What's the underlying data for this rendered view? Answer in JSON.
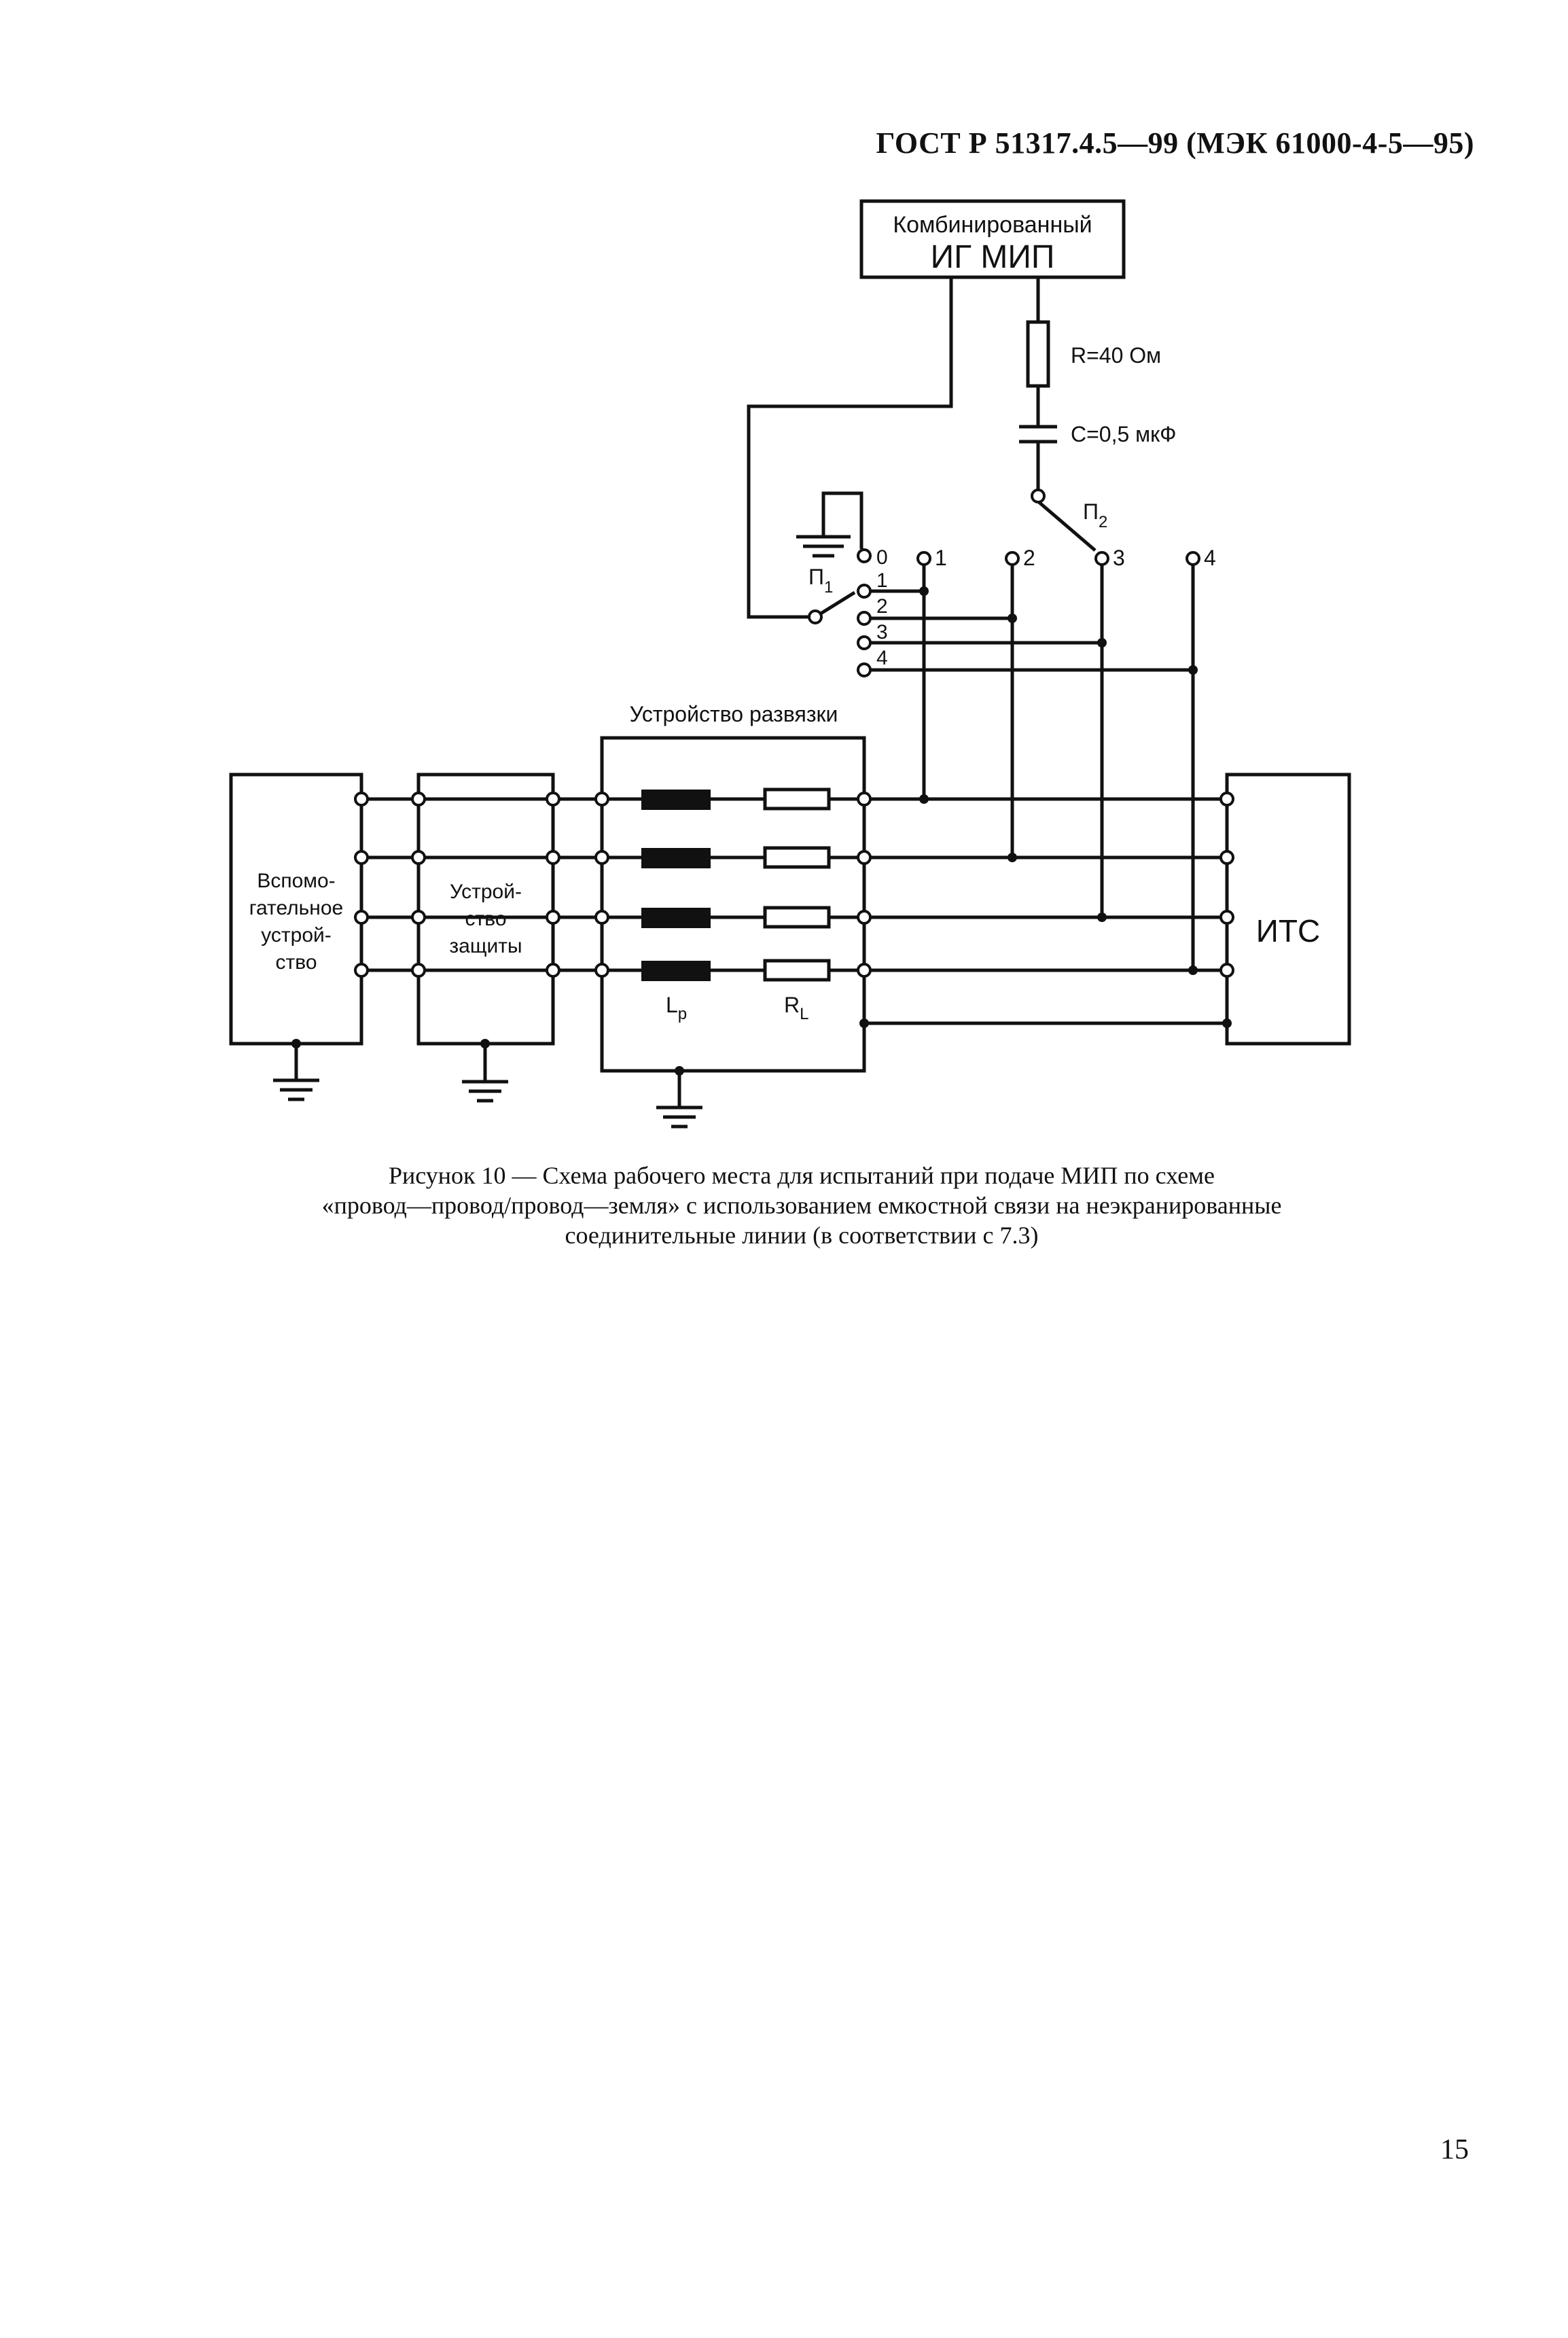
{
  "header": {
    "standard": "ГОСТ Р 51317.4.5—99 (МЭК 61000-4-5—95)"
  },
  "figure": {
    "generator": {
      "line1": "Комбинированный",
      "line2": "ИГ МИП"
    },
    "resistor": "R=40 Ом",
    "capacitor": "C=0,5 мкФ",
    "switch1": {
      "label": "П",
      "sub": "1"
    },
    "switch2": {
      "label": "П",
      "sub": "2"
    },
    "switch1_positions": [
      "0",
      "1",
      "2",
      "3",
      "4"
    ],
    "switch2_positions": [
      "1",
      "2",
      "3",
      "4"
    ],
    "decoupling": {
      "title": "Устройство развязки",
      "inductor": "L",
      "inductor_sub": "p",
      "resistor": "R",
      "resistor_sub": "L"
    },
    "auxiliary": {
      "lines": [
        "Вспомо-",
        "гательное",
        "устрой-",
        "ство"
      ]
    },
    "protection": {
      "lines": [
        "Устрой-",
        "ство",
        "защиты"
      ]
    },
    "eut": "ИТС"
  },
  "caption": {
    "line1": "Рисунок 10 — Схема рабочего места для испытаний при подаче МИП по схеме",
    "line2": "«провод—провод/провод—земля» с использованием емкостной связи на неэкранированные",
    "line3": "соединительные линии (в соответствии с 7.3)"
  },
  "page_number": "15"
}
